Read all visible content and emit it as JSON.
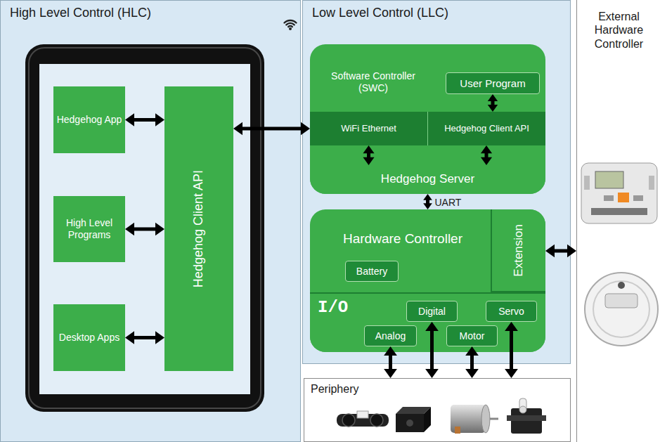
{
  "diagram": {
    "nodes": [
      {
        "text": [
          "High Level Control (HLC)"
        ]
      },
      {
        "text": [
          "Hedgehog App"
        ],
        "in": 0
      },
      {
        "text": [
          "High Level Programs"
        ],
        "in": 0
      },
      {
        "text": [
          "Desktop Apps"
        ],
        "in": 0
      },
      {
        "text": [
          "Hedgehog Client API"
        ],
        "in": 0
      },
      {
        "text": [
          "Low Level Control (LLC)"
        ]
      },
      {
        "text": [
          "Software Controller (SWC)"
        ],
        "in": 5
      },
      {
        "text": [
          "User Program"
        ],
        "in": 6
      },
      {
        "text": [
          "WiFi Ethernet"
        ],
        "in": 6
      },
      {
        "text": [
          "Hedgehog Client API"
        ],
        "in": 6
      },
      {
        "text": [
          "Hedgehog Server"
        ],
        "in": 6
      },
      {
        "text": [
          "Hardware Controller"
        ],
        "in": 5
      },
      {
        "text": [
          "Battery"
        ],
        "in": 11
      },
      {
        "text": [
          "Extension"
        ],
        "in": 11
      },
      {
        "text": [
          "I/O"
        ],
        "in": 11
      },
      {
        "text": [
          "Digital"
        ],
        "in": 14
      },
      {
        "text": [
          "Servo"
        ],
        "in": 14
      },
      {
        "text": [
          "Analog"
        ],
        "in": 14
      },
      {
        "text": [
          "Motor"
        ],
        "in": 14
      },
      {
        "text": [
          "Periphery"
        ]
      },
      {
        "text": [
          "External Hardware Controller"
        ]
      }
    ],
    "edges": [
      {
        "from": 1,
        "to": 4,
        "arrow": "both"
      },
      {
        "from": 2,
        "to": 4,
        "arrow": "both"
      },
      {
        "from": 3,
        "to": 4,
        "arrow": "both"
      },
      {
        "from": 4,
        "to": 8,
        "arrow": "both"
      },
      {
        "from": 7,
        "to": 9,
        "arrow": "both"
      },
      {
        "from": 8,
        "to": 10,
        "arrow": "both"
      },
      {
        "from": 9,
        "to": 10,
        "arrow": "both"
      },
      {
        "from": 10,
        "to": 11,
        "label": "UART",
        "arrow": "both"
      },
      {
        "from": 13,
        "to": 20,
        "arrow": "both"
      },
      {
        "from": 17,
        "to": 19,
        "arrow": "both"
      },
      {
        "from": 15,
        "to": 19,
        "arrow": "both"
      },
      {
        "from": 18,
        "to": 19,
        "arrow": "both"
      },
      {
        "from": 16,
        "to": 19,
        "arrow": "both"
      }
    ]
  }
}
